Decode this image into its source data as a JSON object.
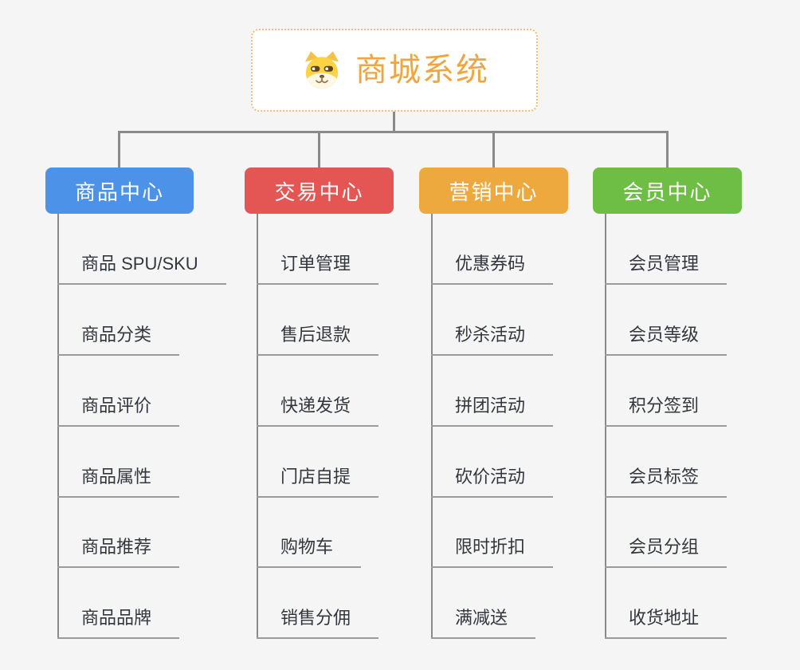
{
  "page": {
    "background": "#f5f5f5",
    "connector_color": "#8a8a8a"
  },
  "root": {
    "title": "商城系统",
    "icon": "shiba-dog-icon",
    "text_color": "#f0a640",
    "border_color": "#f3be76"
  },
  "branches": [
    {
      "label": "商品中心",
      "color": "#4b92e8",
      "children": [
        "商品 SPU/SKU",
        "商品分类",
        "商品评价",
        "商品属性",
        "商品推荐",
        "商品品牌"
      ]
    },
    {
      "label": "交易中心",
      "color": "#e45653",
      "children": [
        "订单管理",
        "售后退款",
        "快递发货",
        "门店自提",
        "购物车",
        "销售分佣"
      ]
    },
    {
      "label": "营销中心",
      "color": "#eda93d",
      "children": [
        "优惠券码",
        "秒杀活动",
        "拼团活动",
        "砍价活动",
        "限时折扣",
        "满减送"
      ]
    },
    {
      "label": "会员中心",
      "color": "#6ebe45",
      "children": [
        "会员管理",
        "会员等级",
        "积分签到",
        "会员标签",
        "会员分组",
        "收货地址"
      ]
    }
  ]
}
